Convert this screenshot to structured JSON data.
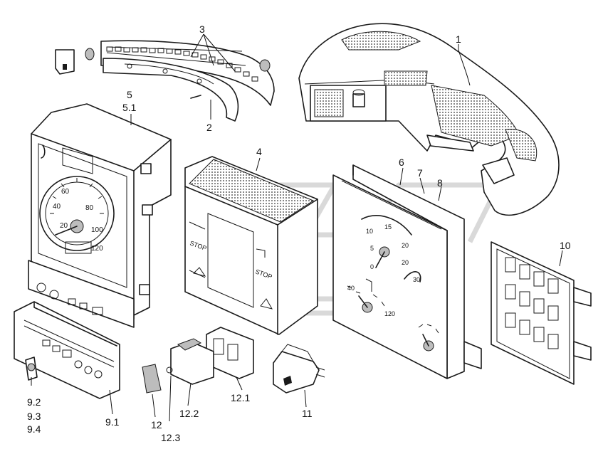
{
  "callouts": {
    "c1": "1",
    "c2": "2",
    "c3": "3",
    "c4": "4",
    "c5": "5",
    "c5_1": "5.1",
    "c6": "6",
    "c7": "7",
    "c8": "8",
    "c9_1": "9.1",
    "c9_2": "9.2",
    "c9_3": "9.3",
    "c9_4": "9.4",
    "c10": "10",
    "c11": "11",
    "c12": "12",
    "c12_1": "12.1",
    "c12_2": "12.2",
    "c12_3": "12.3"
  },
  "speedometer": {
    "t20": "20",
    "t40": "40",
    "t60": "60",
    "t80": "80",
    "t100": "100",
    "t120": "120"
  },
  "module_faces": {
    "stop_left": "STOP",
    "stop_right": "STOP"
  },
  "gauge_panel": {
    "g10": "10",
    "g15": "15",
    "g20a": "20",
    "g5": "5",
    "g0": "0",
    "g20b": "20",
    "g30": "30",
    "g40": "40",
    "g120": "120"
  }
}
